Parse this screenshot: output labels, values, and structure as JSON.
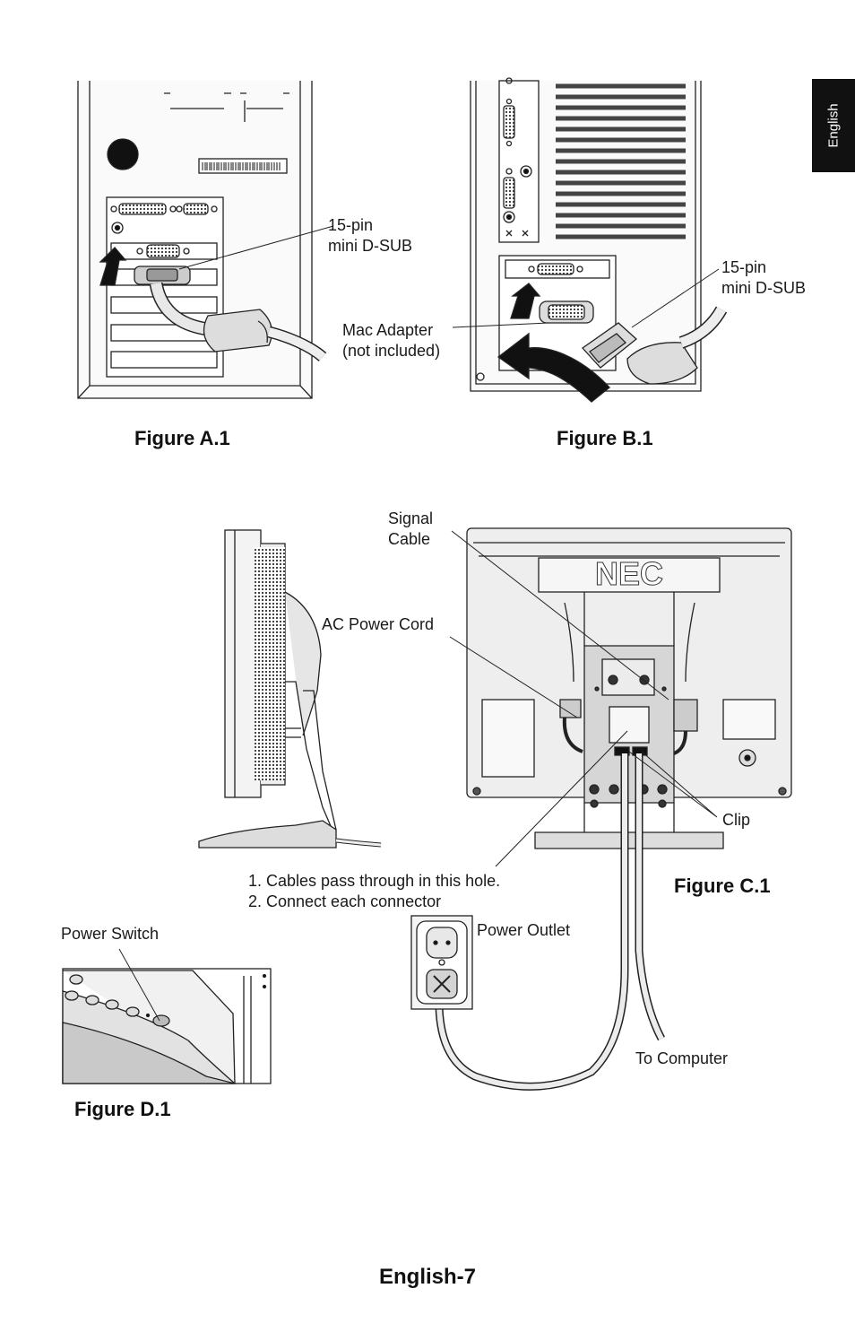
{
  "language_tab": "English",
  "figure_a": {
    "caption": "Figure A.1",
    "label_connector": [
      "15-pin",
      "mini D-SUB"
    ]
  },
  "figure_b": {
    "caption": "Figure B.1",
    "label_connector": [
      "15-pin",
      "mini D-SUB"
    ],
    "label_adapter": [
      "Mac Adapter",
      "(not included)"
    ]
  },
  "figure_c": {
    "caption": "Figure C.1",
    "label_signal_cable": [
      "Signal",
      "Cable"
    ],
    "label_power_cord": "AC Power Cord",
    "label_clip": "Clip",
    "instructions": [
      "1. Cables pass through in this hole.",
      "2. Connect each connector"
    ],
    "label_power_outlet": "Power Outlet",
    "label_to_computer": "To Computer",
    "brand": "NEC"
  },
  "figure_d": {
    "caption": "Figure D.1",
    "label_power_switch": "Power Switch"
  },
  "page_number": "English-7"
}
